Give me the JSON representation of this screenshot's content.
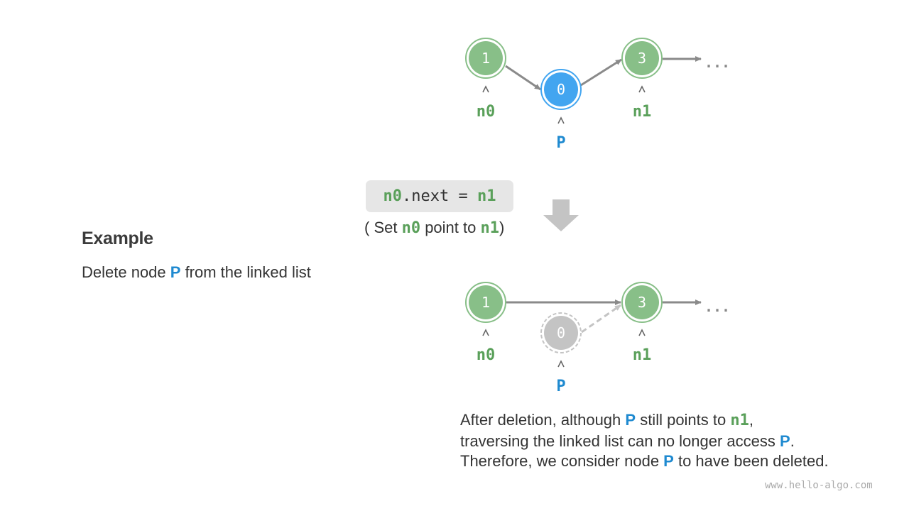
{
  "example": {
    "title": "Example",
    "desc_before": "Delete node ",
    "desc_p": "P",
    "desc_after": " from the linked list"
  },
  "code": {
    "n0": "n0",
    "middle": ".next = ",
    "n1": "n1"
  },
  "note": {
    "open": "( Set ",
    "n0": "n0",
    "mid": " point to ",
    "n1": "n1",
    "close": ")"
  },
  "top_list": {
    "node1": "1",
    "node0": "0",
    "node3": "3",
    "ellipsis": "...",
    "label_n0": "n0",
    "label_p": "P",
    "label_n1": "n1"
  },
  "bottom_list": {
    "node1": "1",
    "node0": "0",
    "node3": "3",
    "ellipsis": "...",
    "label_n0": "n0",
    "label_p": "P",
    "label_n1": "n1"
  },
  "after": {
    "line1_a": "After deletion, although ",
    "line1_p": "P",
    "line1_b": " still points to ",
    "line1_n1": "n1",
    "line1_c": ",",
    "line2_a": "traversing the linked list can no longer access ",
    "line2_p": "P",
    "line2_b": ".",
    "line3_a": "Therefore, we consider node ",
    "line3_p": "P",
    "line3_b": " to have been deleted."
  },
  "watermark": "www.hello-algo.com",
  "colors": {
    "green_node": "#88bf88",
    "green_label": "#5aa05a",
    "blue_node": "#42a5f0",
    "blue_label": "#1f8ad0",
    "deleted_node": "#c4c4c4",
    "arrow": "#8a8a8a"
  }
}
